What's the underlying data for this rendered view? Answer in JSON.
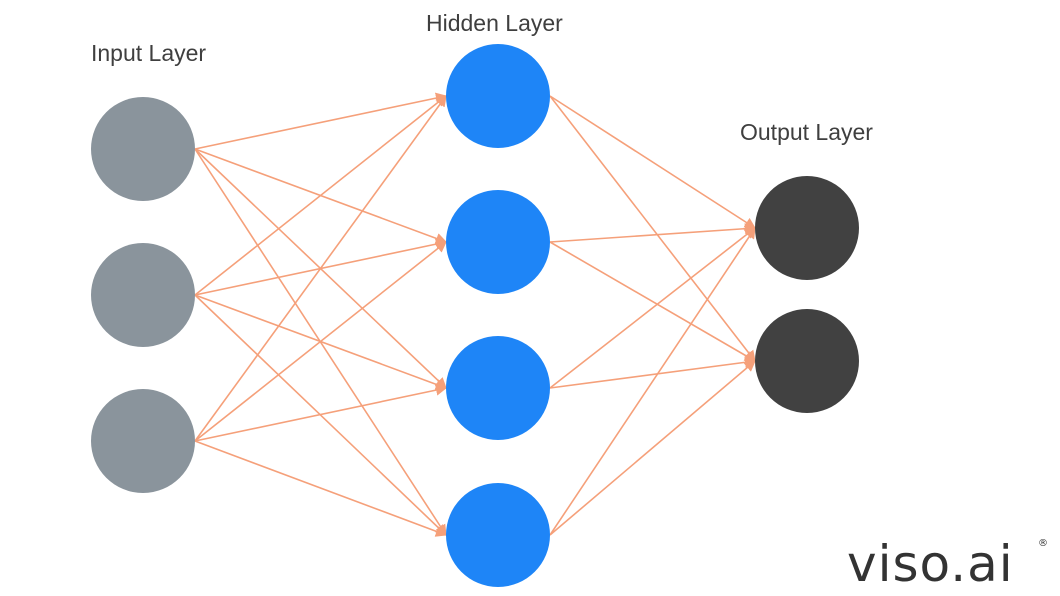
{
  "diagram": {
    "type": "neural-network",
    "labels": {
      "input": "Input Layer",
      "hidden": "Hidden Layer",
      "output": "Output Layer"
    },
    "layers": [
      {
        "key": "input",
        "nodes": 3
      },
      {
        "key": "hidden",
        "nodes": 4
      },
      {
        "key": "output",
        "nodes": 2
      }
    ],
    "connections": "fully-connected",
    "colors": {
      "input_node": "#8a949c",
      "hidden_node": "#1e85f7",
      "output_node": "#414141",
      "edge": "#f5a07a"
    }
  },
  "brand": {
    "logo_text": "viso.ai",
    "registered_mark": "®"
  }
}
